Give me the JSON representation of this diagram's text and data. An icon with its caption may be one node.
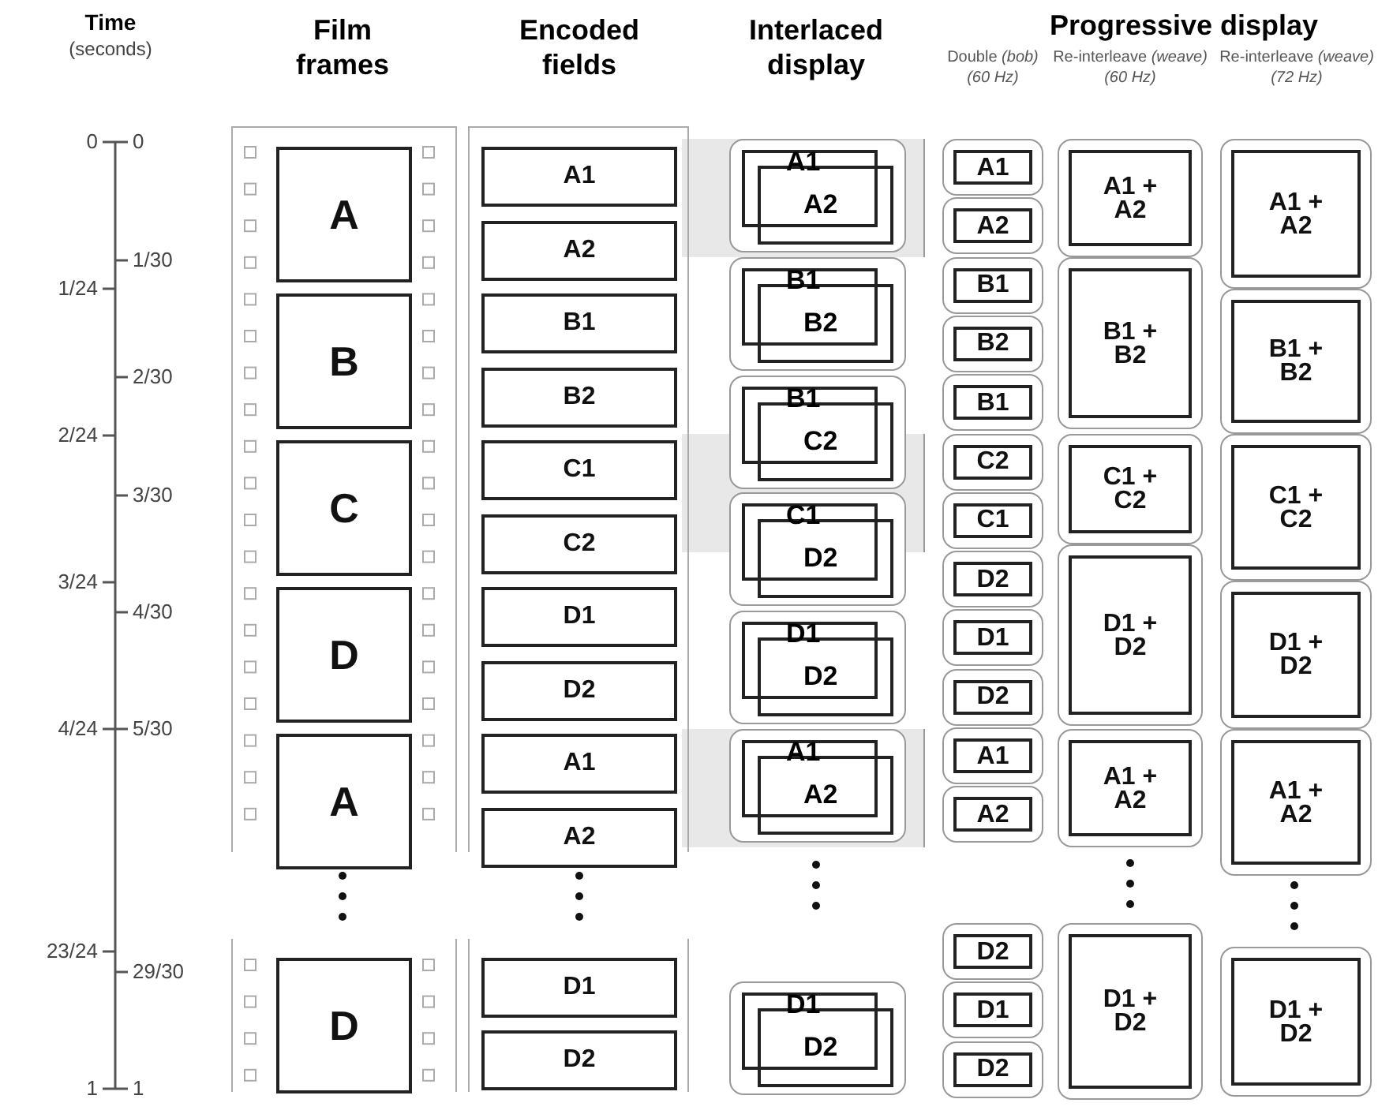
{
  "diagram": {
    "nodes": [
      {
        "text": [
          "A"
        ]
      },
      {
        "text": [
          "B"
        ]
      },
      {
        "text": [
          "C"
        ]
      },
      {
        "text": [
          "D"
        ]
      },
      {
        "text": [
          "A"
        ]
      },
      {
        "text": [
          "D"
        ]
      },
      {
        "text": [
          "A1"
        ]
      },
      {
        "text": [
          "A2"
        ]
      },
      {
        "text": [
          "B1"
        ]
      },
      {
        "text": [
          "B2"
        ]
      },
      {
        "text": [
          "C1"
        ]
      },
      {
        "text": [
          "C2"
        ]
      },
      {
        "text": [
          "D1"
        ]
      },
      {
        "text": [
          "D2"
        ]
      },
      {
        "text": [
          "A1"
        ]
      },
      {
        "text": [
          "A2"
        ]
      },
      {
        "text": [
          "D1"
        ]
      },
      {
        "text": [
          "D2"
        ]
      },
      {
        "text": [
          "A1",
          "A2"
        ]
      },
      {
        "text": [
          "B1",
          "B2"
        ]
      },
      {
        "text": [
          "B1",
          "C2"
        ]
      },
      {
        "text": [
          "C1",
          "D2"
        ]
      },
      {
        "text": [
          "D1",
          "D2"
        ]
      },
      {
        "text": [
          "A1",
          "A2"
        ]
      },
      {
        "text": [
          "D1",
          "D2"
        ]
      },
      {
        "text": [
          "A1"
        ]
      },
      {
        "text": [
          "A2"
        ]
      },
      {
        "text": [
          "B1"
        ]
      },
      {
        "text": [
          "B2"
        ]
      },
      {
        "text": [
          "B1"
        ]
      },
      {
        "text": [
          "C2"
        ]
      },
      {
        "text": [
          "C1"
        ]
      },
      {
        "text": [
          "D2"
        ]
      },
      {
        "text": [
          "D1"
        ]
      },
      {
        "text": [
          "D2"
        ]
      },
      {
        "text": [
          "A1"
        ]
      },
      {
        "text": [
          "A2"
        ]
      },
      {
        "text": [
          "D2"
        ]
      },
      {
        "text": [
          "D1"
        ]
      },
      {
        "text": [
          "D2"
        ]
      },
      {
        "text": [
          "A1 + A2"
        ]
      },
      {
        "text": [
          "B1 + B2"
        ]
      },
      {
        "text": [
          "C1 + C2"
        ]
      },
      {
        "text": [
          "D1 + D2"
        ]
      },
      {
        "text": [
          "A1 + A2"
        ]
      },
      {
        "text": [
          "D1 + D2"
        ]
      },
      {
        "text": [
          "A1 + A2"
        ]
      },
      {
        "text": [
          "B1 + B2"
        ]
      },
      {
        "text": [
          "C1 + C2"
        ]
      },
      {
        "text": [
          "D1 + D2"
        ]
      },
      {
        "text": [
          "A1 + A2"
        ]
      },
      {
        "text": [
          "D1 + D2"
        ]
      }
    ],
    "labels": [
      "Time",
      "(seconds)",
      "Film frames",
      "Encoded fields",
      "Interlaced display",
      "Progressive display",
      "Double *(bob)* *(60 Hz)*",
      "Re-interleave *(weave)* *(60 Hz)*",
      "Re-interleave *(weave)* *(72 Hz)*",
      "0",
      "0",
      "1/30",
      "1/24",
      "2/30",
      "2/24",
      "3/30",
      "3/24",
      "4/30",
      "4/24",
      "5/30",
      "23/24",
      "29/30",
      "1",
      "1"
    ]
  }
}
